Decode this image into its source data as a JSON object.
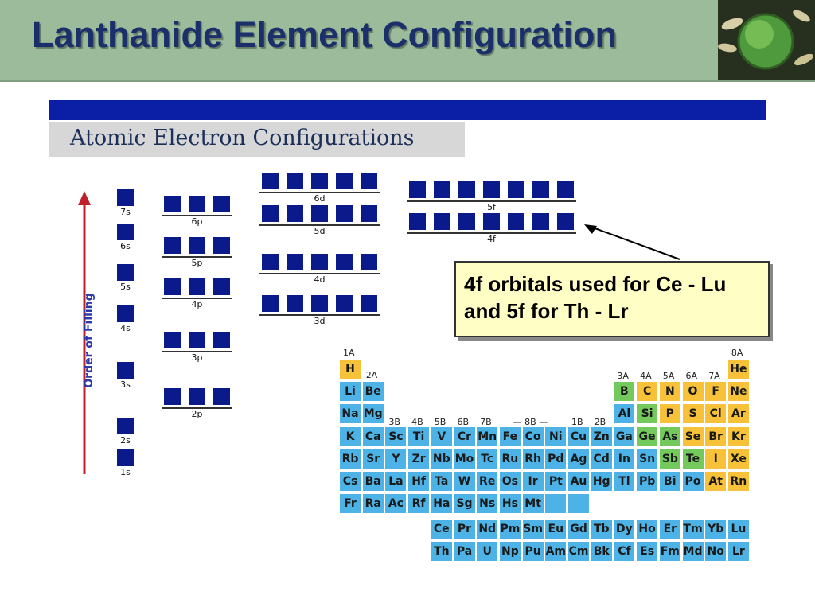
{
  "slide": {
    "title": "Lanthanide Element Configuration",
    "figure_title": "Atomic Electron Configurations",
    "axis_label": "Order of Filling",
    "callout": "4f orbitals used for Ce - Lu and 5f for Th - Lr"
  },
  "orbitals": [
    {
      "label": "7s"
    },
    {
      "label": "6s"
    },
    {
      "label": "5s"
    },
    {
      "label": "4s"
    },
    {
      "label": "3s"
    },
    {
      "label": "2s"
    },
    {
      "label": "1s"
    },
    {
      "label": "6p"
    },
    {
      "label": "5p"
    },
    {
      "label": "4p"
    },
    {
      "label": "3p"
    },
    {
      "label": "2p"
    },
    {
      "label": "6d"
    },
    {
      "label": "5d"
    },
    {
      "label": "4d"
    },
    {
      "label": "3d"
    },
    {
      "label": "5f"
    },
    {
      "label": "4f"
    }
  ],
  "periodic_table": {
    "group_labels": [
      "1A",
      "2A",
      "3B",
      "4B",
      "5B",
      "6B",
      "7B",
      "8B",
      "1B",
      "2B",
      "3A",
      "4A",
      "5A",
      "6A",
      "7A",
      "8A"
    ],
    "elements": [
      {
        "s": "H",
        "c": "#f7c23a"
      },
      {
        "s": "He",
        "c": "#f7c23a"
      },
      {
        "s": "Li",
        "c": "#4db3e6"
      },
      {
        "s": "Be",
        "c": "#4db3e6"
      },
      {
        "s": "B",
        "c": "#73c95c"
      },
      {
        "s": "C",
        "c": "#f7c23a"
      },
      {
        "s": "N",
        "c": "#f7c23a"
      },
      {
        "s": "O",
        "c": "#f7c23a"
      },
      {
        "s": "F",
        "c": "#f7c23a"
      },
      {
        "s": "Ne",
        "c": "#f7c23a"
      },
      {
        "s": "Na",
        "c": "#4db3e6"
      },
      {
        "s": "Mg",
        "c": "#4db3e6"
      },
      {
        "s": "Al",
        "c": "#4db3e6"
      },
      {
        "s": "Si",
        "c": "#73c95c"
      },
      {
        "s": "P",
        "c": "#f7c23a"
      },
      {
        "s": "S",
        "c": "#f7c23a"
      },
      {
        "s": "Cl",
        "c": "#f7c23a"
      },
      {
        "s": "Ar",
        "c": "#f7c23a"
      },
      {
        "s": "K",
        "c": "#4db3e6"
      },
      {
        "s": "Ca",
        "c": "#4db3e6"
      },
      {
        "s": "Sc",
        "c": "#4db3e6"
      },
      {
        "s": "Ti",
        "c": "#4db3e6"
      },
      {
        "s": "V",
        "c": "#4db3e6"
      },
      {
        "s": "Cr",
        "c": "#4db3e6"
      },
      {
        "s": "Mn",
        "c": "#4db3e6"
      },
      {
        "s": "Fe",
        "c": "#4db3e6"
      },
      {
        "s": "Co",
        "c": "#4db3e6"
      },
      {
        "s": "Ni",
        "c": "#4db3e6"
      },
      {
        "s": "Cu",
        "c": "#4db3e6"
      },
      {
        "s": "Zn",
        "c": "#4db3e6"
      },
      {
        "s": "Ga",
        "c": "#4db3e6"
      },
      {
        "s": "Ge",
        "c": "#73c95c"
      },
      {
        "s": "As",
        "c": "#73c95c"
      },
      {
        "s": "Se",
        "c": "#f7c23a"
      },
      {
        "s": "Br",
        "c": "#f7c23a"
      },
      {
        "s": "Kr",
        "c": "#f7c23a"
      },
      {
        "s": "Rb",
        "c": "#4db3e6"
      },
      {
        "s": "Sr",
        "c": "#4db3e6"
      },
      {
        "s": "Y",
        "c": "#4db3e6"
      },
      {
        "s": "Zr",
        "c": "#4db3e6"
      },
      {
        "s": "Nb",
        "c": "#4db3e6"
      },
      {
        "s": "Mo",
        "c": "#4db3e6"
      },
      {
        "s": "Tc",
        "c": "#4db3e6"
      },
      {
        "s": "Ru",
        "c": "#4db3e6"
      },
      {
        "s": "Rh",
        "c": "#4db3e6"
      },
      {
        "s": "Pd",
        "c": "#4db3e6"
      },
      {
        "s": "Ag",
        "c": "#4db3e6"
      },
      {
        "s": "Cd",
        "c": "#4db3e6"
      },
      {
        "s": "In",
        "c": "#4db3e6"
      },
      {
        "s": "Sn",
        "c": "#4db3e6"
      },
      {
        "s": "Sb",
        "c": "#73c95c"
      },
      {
        "s": "Te",
        "c": "#73c95c"
      },
      {
        "s": "I",
        "c": "#f7c23a"
      },
      {
        "s": "Xe",
        "c": "#f7c23a"
      },
      {
        "s": "Cs",
        "c": "#4db3e6"
      },
      {
        "s": "Ba",
        "c": "#4db3e6"
      },
      {
        "s": "La",
        "c": "#4db3e6"
      },
      {
        "s": "Hf",
        "c": "#4db3e6"
      },
      {
        "s": "Ta",
        "c": "#4db3e6"
      },
      {
        "s": "W",
        "c": "#4db3e6"
      },
      {
        "s": "Re",
        "c": "#4db3e6"
      },
      {
        "s": "Os",
        "c": "#4db3e6"
      },
      {
        "s": "Ir",
        "c": "#4db3e6"
      },
      {
        "s": "Pt",
        "c": "#4db3e6"
      },
      {
        "s": "Au",
        "c": "#4db3e6"
      },
      {
        "s": "Hg",
        "c": "#4db3e6"
      },
      {
        "s": "Tl",
        "c": "#4db3e6"
      },
      {
        "s": "Pb",
        "c": "#4db3e6"
      },
      {
        "s": "Bi",
        "c": "#4db3e6"
      },
      {
        "s": "Po",
        "c": "#4db3e6"
      },
      {
        "s": "At",
        "c": "#f7c23a"
      },
      {
        "s": "Rn",
        "c": "#f7c23a"
      },
      {
        "s": "Fr",
        "c": "#4db3e6"
      },
      {
        "s": "Ra",
        "c": "#4db3e6"
      },
      {
        "s": "Ac",
        "c": "#4db3e6"
      },
      {
        "s": "Rf",
        "c": "#4db3e6"
      },
      {
        "s": "Ha",
        "c": "#4db3e6"
      },
      {
        "s": "Sg",
        "c": "#4db3e6"
      },
      {
        "s": "Ns",
        "c": "#4db3e6"
      },
      {
        "s": "Hs",
        "c": "#4db3e6"
      },
      {
        "s": "Mt",
        "c": "#4db3e6"
      },
      {
        "s": "",
        "c": "#4db3e6"
      },
      {
        "s": "",
        "c": "#4db3e6"
      },
      {
        "s": "Ce",
        "c": "#4db3e6"
      },
      {
        "s": "Pr",
        "c": "#4db3e6"
      },
      {
        "s": "Nd",
        "c": "#4db3e6"
      },
      {
        "s": "Pm",
        "c": "#4db3e6"
      },
      {
        "s": "Sm",
        "c": "#4db3e6"
      },
      {
        "s": "Eu",
        "c": "#4db3e6"
      },
      {
        "s": "Gd",
        "c": "#4db3e6"
      },
      {
        "s": "Tb",
        "c": "#4db3e6"
      },
      {
        "s": "Dy",
        "c": "#4db3e6"
      },
      {
        "s": "Ho",
        "c": "#4db3e6"
      },
      {
        "s": "Er",
        "c": "#4db3e6"
      },
      {
        "s": "Tm",
        "c": "#4db3e6"
      },
      {
        "s": "Yb",
        "c": "#4db3e6"
      },
      {
        "s": "Lu",
        "c": "#4db3e6"
      },
      {
        "s": "Th",
        "c": "#4db3e6"
      },
      {
        "s": "Pa",
        "c": "#4db3e6"
      },
      {
        "s": "U",
        "c": "#4db3e6"
      },
      {
        "s": "Np",
        "c": "#4db3e6"
      },
      {
        "s": "Pu",
        "c": "#4db3e6"
      },
      {
        "s": "Am",
        "c": "#4db3e6"
      },
      {
        "s": "Cm",
        "c": "#4db3e6"
      },
      {
        "s": "Bk",
        "c": "#4db3e6"
      },
      {
        "s": "Cf",
        "c": "#4db3e6"
      },
      {
        "s": "Es",
        "c": "#4db3e6"
      },
      {
        "s": "Fm",
        "c": "#4db3e6"
      },
      {
        "s": "Md",
        "c": "#4db3e6"
      },
      {
        "s": "No",
        "c": "#4db3e6"
      },
      {
        "s": "Lr",
        "c": "#4db3e6"
      }
    ]
  }
}
